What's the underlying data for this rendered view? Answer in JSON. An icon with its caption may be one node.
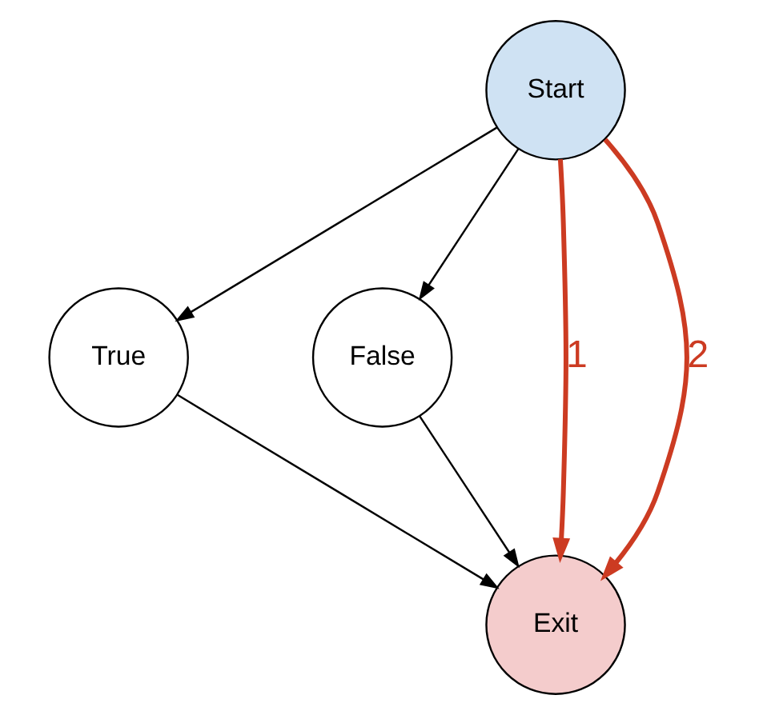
{
  "diagram": {
    "nodes": [
      {
        "text": [
          "Start"
        ]
      },
      {
        "text": [
          "True"
        ]
      },
      {
        "text": [
          "False"
        ]
      },
      {
        "text": [
          "Exit"
        ]
      }
    ],
    "edges": [
      {
        "from": 0,
        "to": 1,
        "arrow": "to"
      },
      {
        "from": 0,
        "to": 3,
        "arrow": "to",
        "label": "1",
        "style": "thick",
        "color": "#cc3b22"
      },
      {
        "from": 0,
        "to": 3,
        "arrow": "to",
        "label": "2",
        "style": "thick",
        "color": "#cc3b22"
      },
      {
        "from": 0,
        "to": 2,
        "arrow": "to"
      },
      {
        "from": 1,
        "to": 3,
        "arrow": "to"
      },
      {
        "from": 2,
        "to": 3,
        "arrow": "to"
      }
    ]
  }
}
